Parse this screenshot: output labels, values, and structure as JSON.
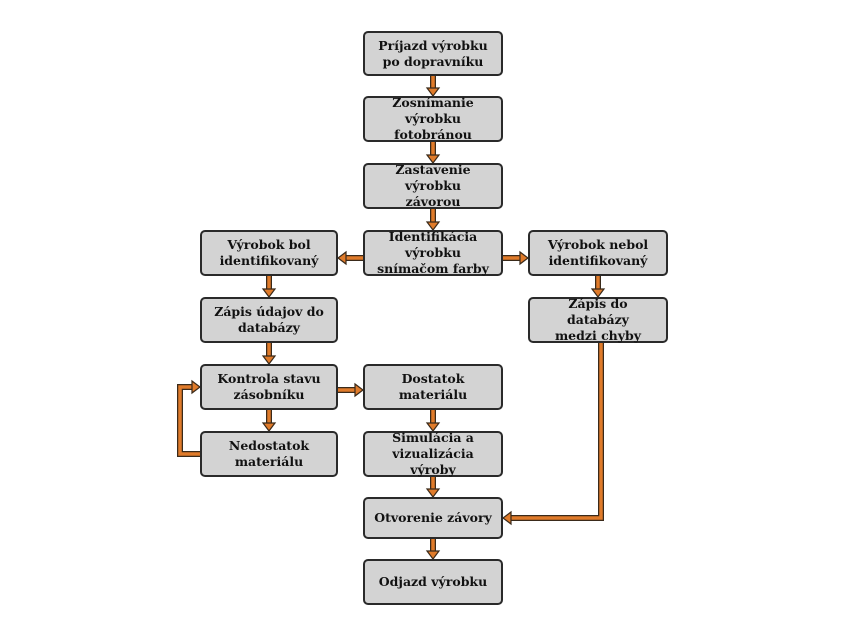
{
  "nodes": {
    "arrival": "Príjazd výrobku\npo dopravníku",
    "scanning": "Zosnímanie výrobku\nfotobránou",
    "stopping": "Zastavenie výrobku\nzávorou",
    "identification": "Identifikácia výrobku\nsnímačom farby",
    "identified": "Výrobok bol\nidentifikovaný",
    "not_identified": "Výrobok nebol\nidentifikovaný",
    "write_data": "Zápis údajov do\ndatabázy",
    "write_errors": "Zápis do databázy\nmedzi chyby",
    "stock_check": "Kontrola stavu\nzásobníku",
    "enough_material": "Dostatok materiálu",
    "lack_material": "Nedostatok materiálu",
    "simulation": "Simulácia a\nvizualizácia výroby",
    "open_barrier": "Otvorenie závory",
    "departure": "Odjazd výrobku"
  },
  "colors": {
    "box_fill": "#d3d3d3",
    "box_border": "#2a2a2a",
    "arrow_fill": "#e07b2a",
    "arrow_outline": "#3a2a1a"
  }
}
